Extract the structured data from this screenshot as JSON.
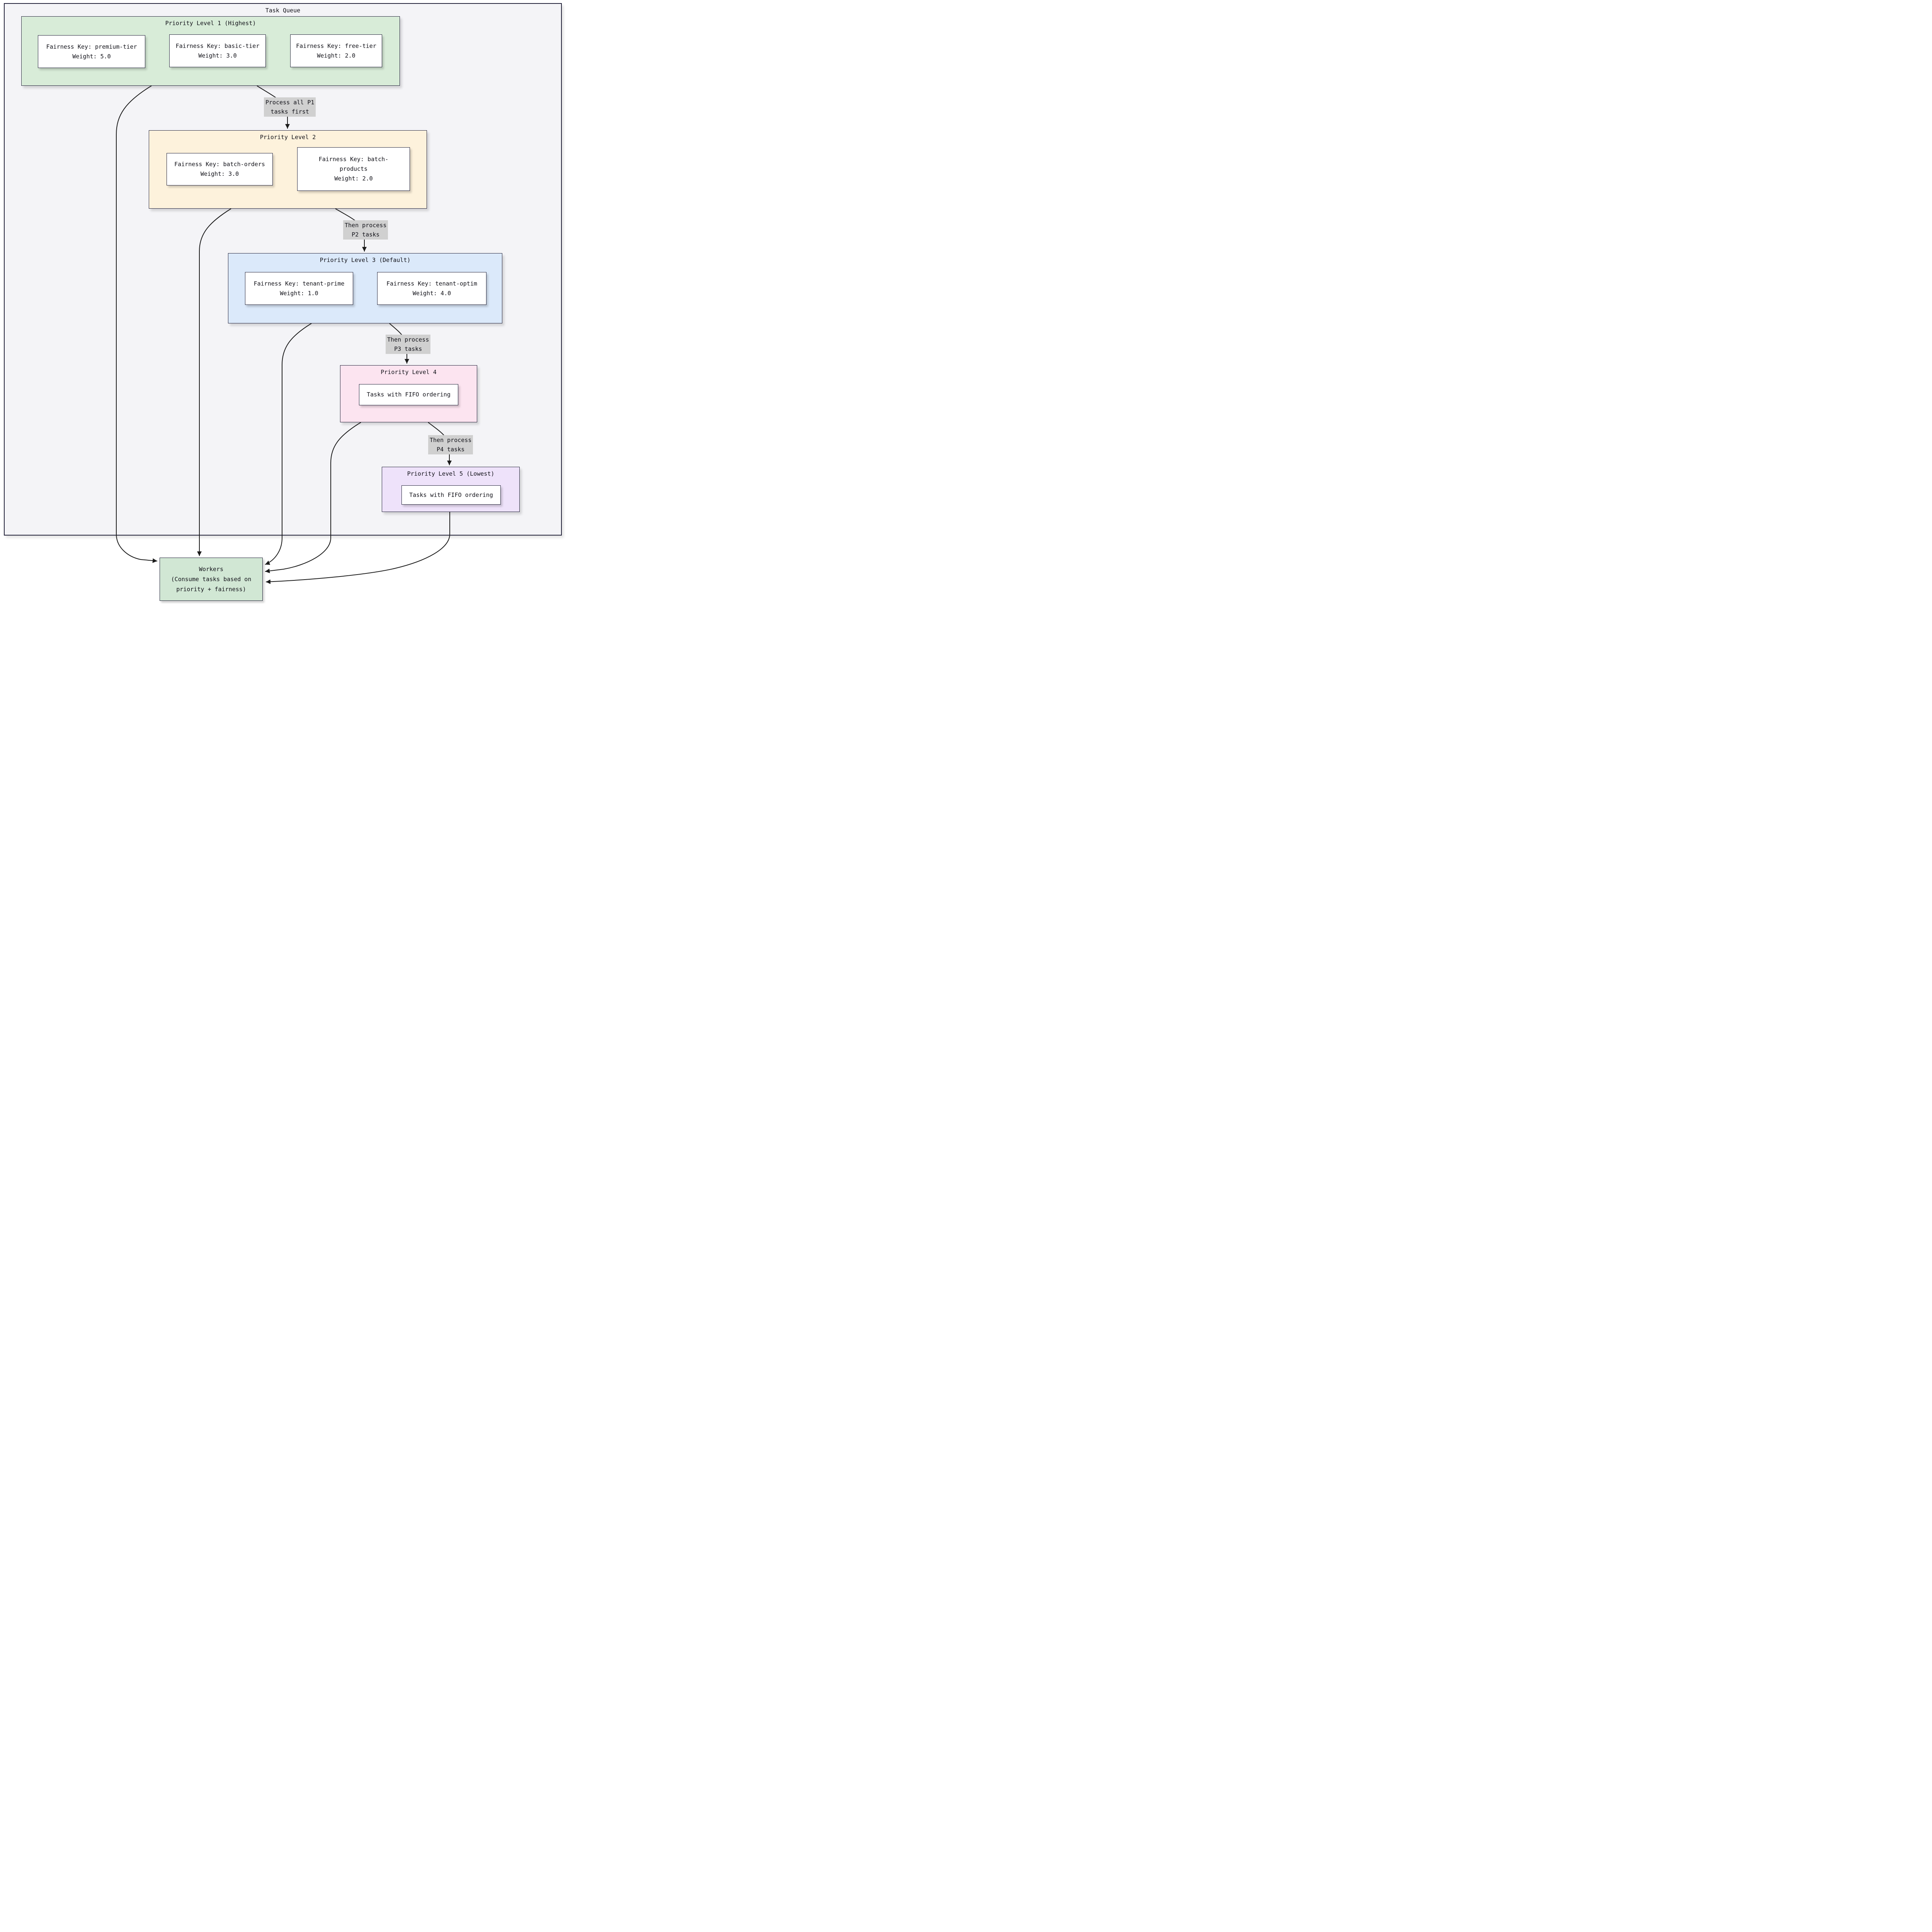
{
  "diagram": {
    "container_title": "Task Queue",
    "levels": {
      "p1": {
        "title": "Priority Level 1 (Highest)",
        "color": "#d8ecd8",
        "nodes": {
          "premium": {
            "line1": "Fairness Key: premium-tier",
            "line2": "Weight: 5.0"
          },
          "basic": {
            "line1": "Fairness Key: basic-tier",
            "line2": "Weight: 3.0"
          },
          "free": {
            "line1": "Fairness Key: free-tier",
            "line2": "Weight: 2.0"
          }
        }
      },
      "p2": {
        "title": "Priority Level 2",
        "color": "#fdf2dc",
        "nodes": {
          "batch_orders": {
            "line1": "Fairness Key: batch-orders",
            "line2": "Weight: 3.0"
          },
          "batch_products": {
            "line1": "Fairness Key: batch-",
            "line2": "products",
            "line3": "Weight: 2.0"
          }
        }
      },
      "p3": {
        "title": "Priority Level 3 (Default)",
        "color": "#dbe9fa",
        "nodes": {
          "tenant_prime": {
            "line1": "Fairness Key: tenant-prime",
            "line2": "Weight: 1.0"
          },
          "tenant_optim": {
            "line1": "Fairness Key: tenant-optim",
            "line2": "Weight: 4.0"
          }
        }
      },
      "p4": {
        "title": "Priority Level 4",
        "color": "#fce4f0",
        "nodes": {
          "fifo": {
            "line1": "Tasks with FIFO ordering"
          }
        }
      },
      "p5": {
        "title": "Priority Level 5 (Lowest)",
        "color": "#eee2fa",
        "nodes": {
          "fifo": {
            "line1": "Tasks with FIFO ordering"
          }
        }
      }
    },
    "edges": {
      "p1_p2": {
        "line1": "Process all P1",
        "line2": "tasks first"
      },
      "p2_p3": {
        "line1": "Then process",
        "line2": "P2 tasks"
      },
      "p3_p4": {
        "line1": "Then process",
        "line2": "P3 tasks"
      },
      "p4_p5": {
        "line1": "Then process",
        "line2": "P4 tasks"
      }
    },
    "workers": {
      "line1": "Workers",
      "line2": "(Consume tasks based on",
      "line3": "priority + fairness)",
      "color": "#d1e7d4"
    },
    "colors": {
      "container_bg": "#f4f4f7",
      "edge_label_bg": "#d0d0d0",
      "border": "#23233a",
      "arrow": "#1b1b1b"
    }
  }
}
